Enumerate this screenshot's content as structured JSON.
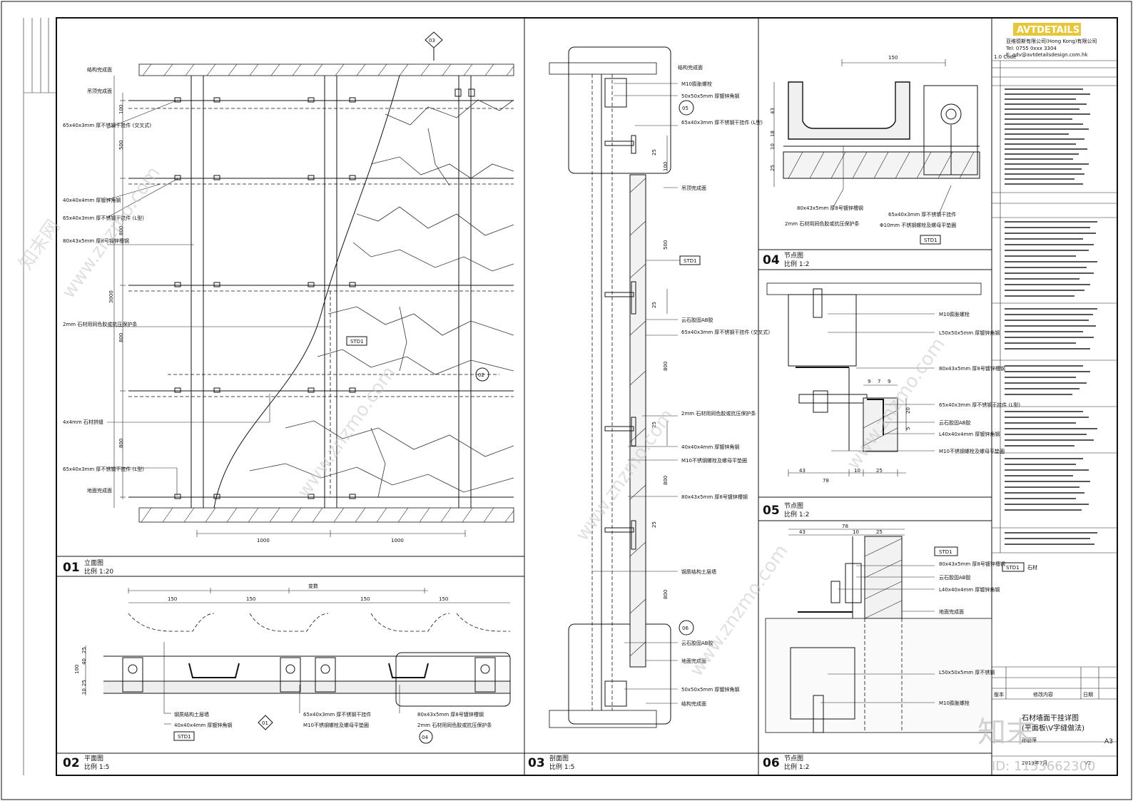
{
  "brand": {
    "logo_text": "AVTDETAILS",
    "company": "亚维德斯有限公司(Hong Kong)有限公司",
    "phone": "Tel: 0755 0xxx 3304",
    "email": "E: adv@avtdetailsdesign.com.hk"
  },
  "notes_header": "1.0 Code",
  "material_legend": {
    "tag": "STD1",
    "label": "石材"
  },
  "title_block": {
    "title_line1": "石材墙面干挂详图",
    "title_line2": "(平面板\\V字缝做法)",
    "size": "A3",
    "revision_label": "版本",
    "content_label": "修改内容",
    "date_label": "日期",
    "designer": "孙丽萍",
    "date_value": "2019年7月",
    "ver": "V2"
  },
  "watermark": {
    "brand": "知末",
    "id": "ID: 1153662300",
    "site": "www.znzmo.com",
    "site_cn": "知末网"
  },
  "panels": {
    "p01": {
      "num": "01",
      "name": "立面图",
      "scale": "比例 1:20"
    },
    "p02": {
      "num": "02",
      "name": "平面图",
      "scale": "比例 1:5"
    },
    "p03": {
      "num": "03",
      "name": "剖面图",
      "scale": "比例 1:5"
    },
    "p04": {
      "num": "04",
      "name": "节点图",
      "scale": "比例 1:2"
    },
    "p05": {
      "num": "05",
      "name": "节点图",
      "scale": "比例 1:2"
    },
    "p06": {
      "num": "06",
      "name": "节点图",
      "scale": "比例 1:2"
    }
  },
  "elevation": {
    "ceiling": "结构完成面",
    "finish_top": "吊顶完成面",
    "floor": "地面完成面",
    "notes": [
      "65x40x3mm 厚不锈钢干挂件 (交叉式)",
      "40x40x4mm 厚镀锌角钢",
      "65x40x3mm 厚不锈钢干挂件 (L型)",
      "80x43x5mm 厚8号镀锌槽钢",
      "2mm 石材用同色胶或抗压保护条",
      "4x4mm 石材拼缝",
      "65x40x3mm 厚不锈钢干挂件 (L型)"
    ],
    "dims_vertical": [
      "100",
      "500",
      "800",
      "3000",
      "800",
      "800"
    ],
    "dims_horizontal": [
      "1000",
      "1000"
    ],
    "callout_03": "03",
    "callout_02": "02",
    "tag": "STD1"
  },
  "plan": {
    "dims_top": [
      "150",
      "150",
      "150",
      "150"
    ],
    "dim_var": "变数",
    "dims_left": [
      "25",
      "40",
      "100",
      "25",
      "10"
    ],
    "notes": [
      "钢质结构土层墙",
      "40x40x4mm 厚镀锌角钢",
      "65x40x3mm 厚不锈钢干挂件",
      "M10不锈钢螺栓及螺母平垫圈",
      "80x43x5mm 厚8号镀锌槽钢",
      "2mm 石材用同色胶或抗压保护条"
    ],
    "tag": "STD1",
    "callout_01": "01",
    "callout_04": "04"
  },
  "section": {
    "notes": [
      "结构完成面",
      "M10膨胀螺栓",
      "50x50x5mm 厚镀锌角钢",
      "65x40x3mm 厚不锈钢干挂件 (L型)",
      "吊顶完成面",
      "云石胶固AB胶",
      "65x40x3mm 厚不锈钢干挂件 (交叉式)",
      "2mm 石材用同色胶或抗压保护条",
      "40x40x4mm 厚镀锌角钢",
      "M10不锈钢螺栓及螺母平垫圈",
      "80x43x5mm 厚8号镀锌槽钢",
      "钢质结构土层墙",
      "云石胶固AB胶",
      "地面完成面",
      "50x50x5mm 厚镀锌角钢",
      "结构完成面"
    ],
    "callout_05": "05",
    "callout_06": "06",
    "tag": "STD1",
    "dims": [
      "25",
      "100",
      "500",
      "25",
      "25",
      "800",
      "25",
      "800",
      "800"
    ]
  },
  "node04": {
    "dim_top": "150",
    "dims_left": [
      "43",
      "18",
      "10",
      "25"
    ],
    "notes": [
      "80x43x5mm 厚8号镀锌槽钢",
      "2mm 石材用同色胶或抗压保护条",
      "65x40x3mm 厚不锈钢干挂件",
      "Φ10mm 不锈钢螺栓及螺母平垫圈"
    ],
    "tag": "STD1"
  },
  "node05": {
    "dims_top": [
      "9",
      "7",
      "9"
    ],
    "dims_bottom": [
      "43",
      "10",
      "25",
      "78"
    ],
    "dims_right": [
      "20",
      "5"
    ],
    "notes": [
      "M10膨胀螺栓",
      "L50x50x5mm 厚镀锌角钢",
      "80x43x5mm 厚8号镀锌槽钢",
      "65x40x3mm 厚不锈钢干挂件 (L型)",
      "云石胶固AB胶",
      "L40x40x4mm 厚镀锌角钢",
      "M10不锈钢螺栓及螺母平垫圈"
    ]
  },
  "node06": {
    "dims_top": [
      "78",
      "43",
      "10",
      "25"
    ],
    "notes": [
      "STD1",
      "80x43x5mm 厚8号镀锌槽钢",
      "云石胶固AB胶",
      "L40x40x4mm 厚镀锌角钢",
      "地面完成面",
      "L50x50x5mm 厚不锈钢",
      "M10膨胀螺栓"
    ]
  }
}
